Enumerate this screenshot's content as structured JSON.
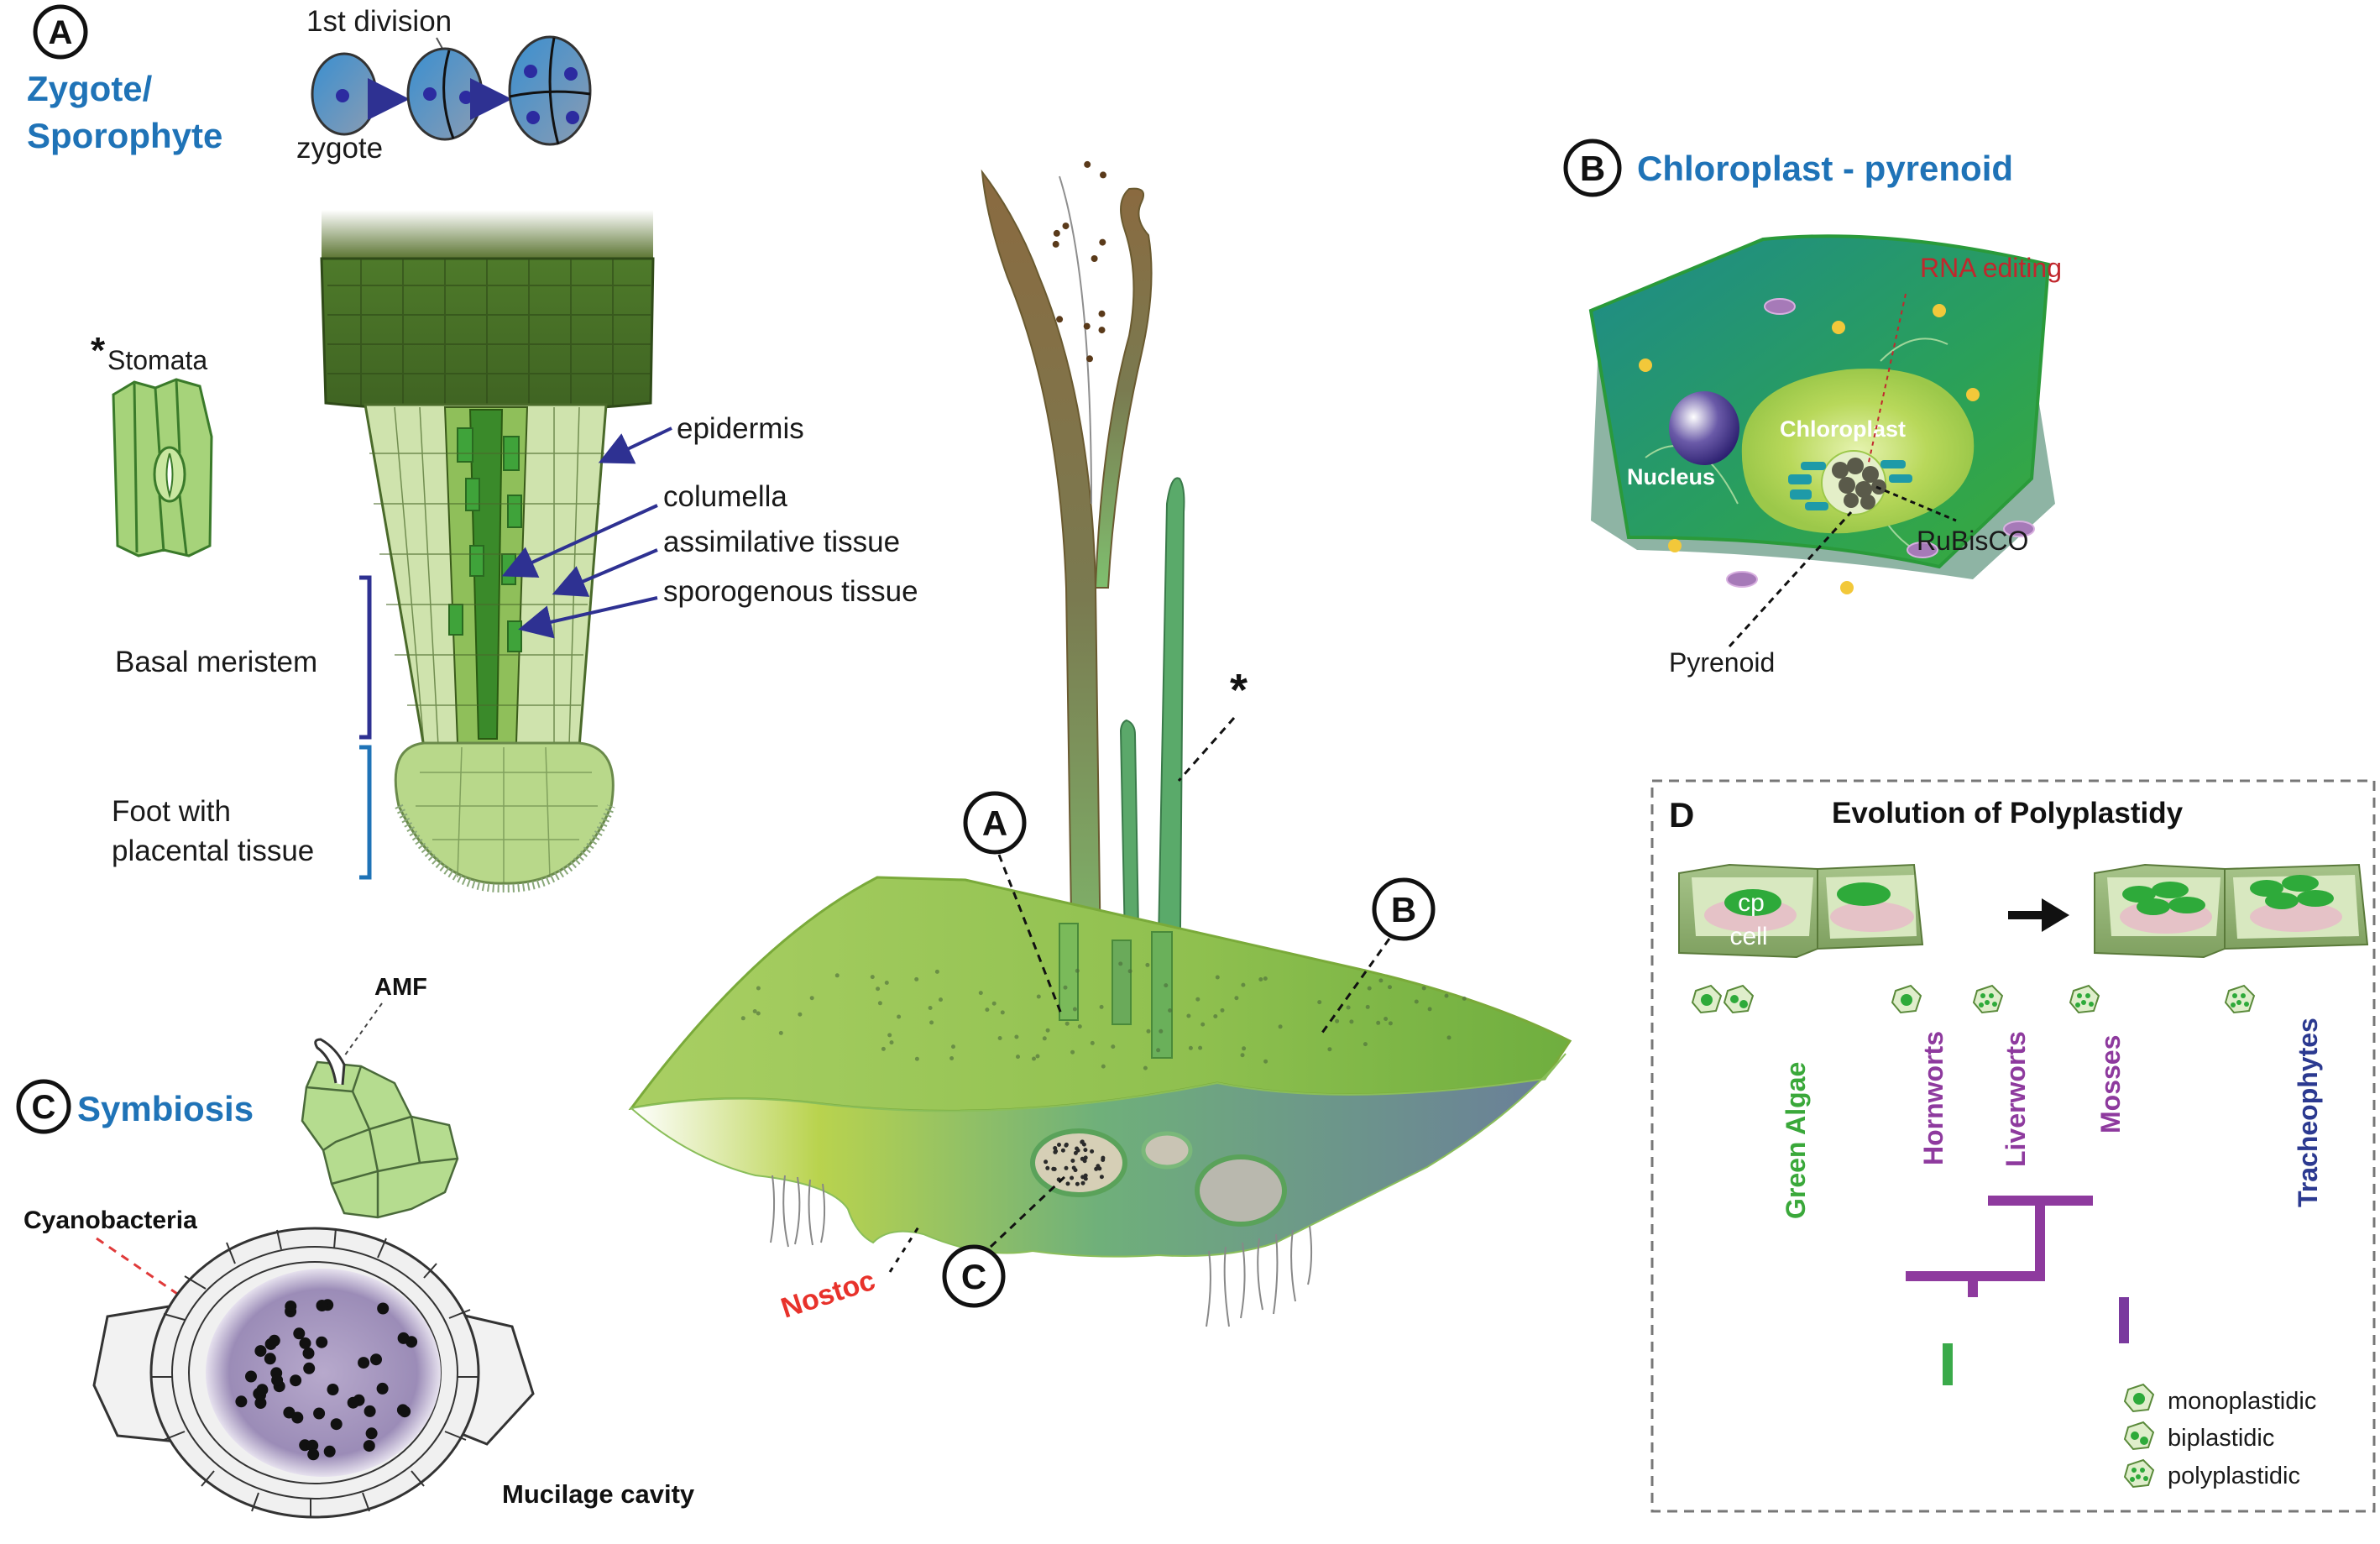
{
  "panelA": {
    "letter": "A",
    "title_line1": "Zygote/",
    "title_line2": "Sporophyte",
    "first_division": "1st division",
    "zygote": "zygote",
    "stomata": "Stomata",
    "stomata_marker": "*",
    "labels": [
      "epidermis",
      "columella",
      "assimilative tissue",
      "sporogenous tissue"
    ],
    "basal_meristem": "Basal meristem",
    "foot_line1": "Foot with",
    "foot_line2": "placental tissue"
  },
  "panelB": {
    "letter": "B",
    "title": "Chloroplast - pyrenoid",
    "rna_editing": "RNA editing",
    "chloroplast": "Chloroplast",
    "nucleus": "Nucleus",
    "rubisco": "RuBisCO",
    "pyrenoid": "Pyrenoid"
  },
  "panelC": {
    "letter": "C",
    "title": "Symbiosis",
    "amf": "AMF",
    "cyanobacteria": "Cyanobacteria",
    "mucilage": "Mucilage cavity"
  },
  "central": {
    "callout_a": "A",
    "callout_b": "B",
    "callout_c": "C",
    "nostoc": "Nostoc",
    "star": "*"
  },
  "panelD": {
    "letter": "D",
    "title": "Evolution of Polyplastidy",
    "cp": "cp",
    "cell": "cell",
    "taxa": [
      "Green Algae",
      "Hornworts",
      "Liverworts",
      "Mosses",
      "Tracheophytes"
    ],
    "legend": [
      "monoplastidic",
      "biplastidic",
      "polyplastidic"
    ]
  },
  "colors": {
    "title_blue": "#1f73b7",
    "rna_red": "#c1272d",
    "nostoc_red": "#e8322b",
    "thallus_green": "#9cc84a",
    "purple": "#8e3a9e",
    "navy": "#2b3990",
    "arrow_navy": "#2e3192"
  }
}
